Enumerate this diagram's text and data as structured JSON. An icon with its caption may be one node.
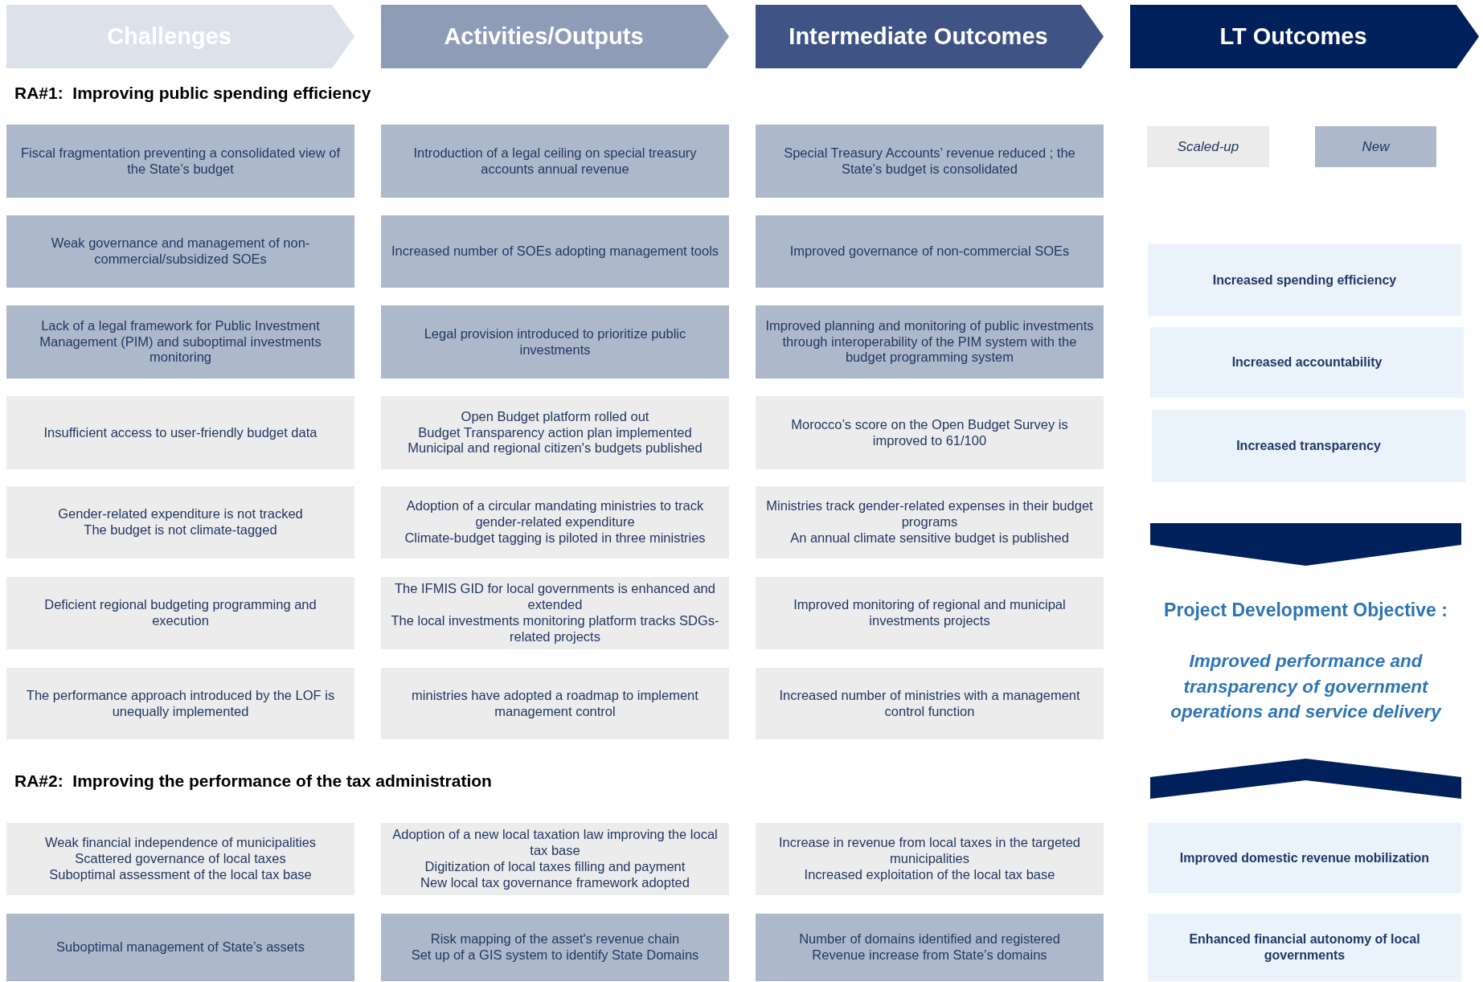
{
  "diagram": {
    "nodes": [
      {
        "text": [
          "Challenges"
        ]
      },
      {
        "text": [
          "Activities/Outputs"
        ]
      },
      {
        "text": [
          "Intermediate Outcomes"
        ]
      },
      {
        "text": [
          "LT Outcomes"
        ]
      },
      {
        "text": [
          "Fiscal fragmentation preventing a consolidated view of the State’s budget"
        ]
      },
      {
        "text": [
          "Introduction of a legal ceiling on special treasury accounts annual revenue"
        ]
      },
      {
        "text": [
          "Special Treasury Accounts’ revenue reduced ; the State’s budget is consolidated"
        ]
      },
      {
        "text": [
          "Weak governance and management of non-commercial/subsidized SOEs"
        ]
      },
      {
        "text": [
          "Increased number of SOEs adopting management tools"
        ]
      },
      {
        "text": [
          "Improved governance of non-commercial SOEs"
        ]
      },
      {
        "text": [
          "Increased spending efficiency"
        ]
      },
      {
        "text": [
          "Lack of a legal framework for Public Investment Management (PIM) and suboptimal investments monitoring"
        ]
      },
      {
        "text": [
          "Legal provision introduced to prioritize public investments"
        ]
      },
      {
        "text": [
          "Improved planning and monitoring of public investments through interoperability of the PIM system with the budget programming system"
        ]
      },
      {
        "text": [
          "Increased accountability"
        ]
      },
      {
        "text": [
          "Insufficient access to user-friendly budget data"
        ]
      },
      {
        "text": [
          "Open Budget platform rolled out",
          "Budget Transparency action plan implemented",
          "Municipal and regional citizen's budgets published"
        ]
      },
      {
        "text": [
          "Morocco’s score on the Open Budget Survey is improved to 61/100"
        ]
      },
      {
        "text": [
          "Increased transparency"
        ]
      },
      {
        "text": [
          "Gender-related expenditure is not tracked",
          "The budget is not climate-tagged"
        ]
      },
      {
        "text": [
          "Adoption of a circular mandating ministries to track gender-related expenditure",
          "Climate-budget tagging is piloted in three ministries"
        ]
      },
      {
        "text": [
          "Ministries track gender-related expenses in their budget programs",
          "An annual climate sensitive budget is published"
        ]
      },
      {
        "text": [
          "Deficient regional budgeting programming and execution"
        ]
      },
      {
        "text": [
          "The IFMIS GID for local governments is enhanced and extended",
          "The local investments monitoring platform tracks SDGs-related projects"
        ]
      },
      {
        "text": [
          "Improved monitoring of regional and municipal investments projects"
        ]
      },
      {
        "text": [
          "The performance approach introduced by the LOF is unequally implemented"
        ]
      },
      {
        "text": [
          "ministries have adopted a roadmap to implement management control"
        ]
      },
      {
        "text": [
          "Increased number of ministries with a management control function"
        ]
      },
      {
        "text": [
          "Weak financial independence of municipalities",
          "Scattered governance of local taxes",
          "Suboptimal assessment of the local tax base"
        ]
      },
      {
        "text": [
          "Adoption of a new local taxation law improving the local tax base",
          "Digitization of local taxes filling and payment",
          "New local tax governance framework adopted"
        ]
      },
      {
        "text": [
          "Increase in revenue from local taxes in the targeted municipalities",
          "Increased exploitation of the local tax base"
        ]
      },
      {
        "text": [
          "Improved domestic revenue mobilization"
        ]
      },
      {
        "text": [
          "Suboptimal management of State’s assets"
        ]
      },
      {
        "text": [
          "Risk mapping of the asset's revenue chain",
          "Set up of a GIS system to identify State Domains"
        ]
      },
      {
        "text": [
          "Number of domains identified and registered",
          "Revenue increase from State’s domains"
        ]
      },
      {
        "text": [
          "Enhanced financial autonomy of local governments"
        ]
      },
      {
        "text": [
          "Project Development Objective :",
          "Improved performance and transparency of government operations and service delivery"
        ]
      }
    ],
    "edges": [
      {
        "from": 18,
        "to": 36,
        "arrow": "to"
      },
      {
        "from": 31,
        "to": 36,
        "arrow": "to"
      }
    ],
    "labels": [
      "RA#1:  Improving public spending efficiency",
      "RA#2:  Improving the performance of the tax administration"
    ],
    "legend": [
      {
        "text": "Scaled-up",
        "color": "#ebebeb"
      },
      {
        "text": "New",
        "color": "#adb9ca"
      }
    ]
  }
}
